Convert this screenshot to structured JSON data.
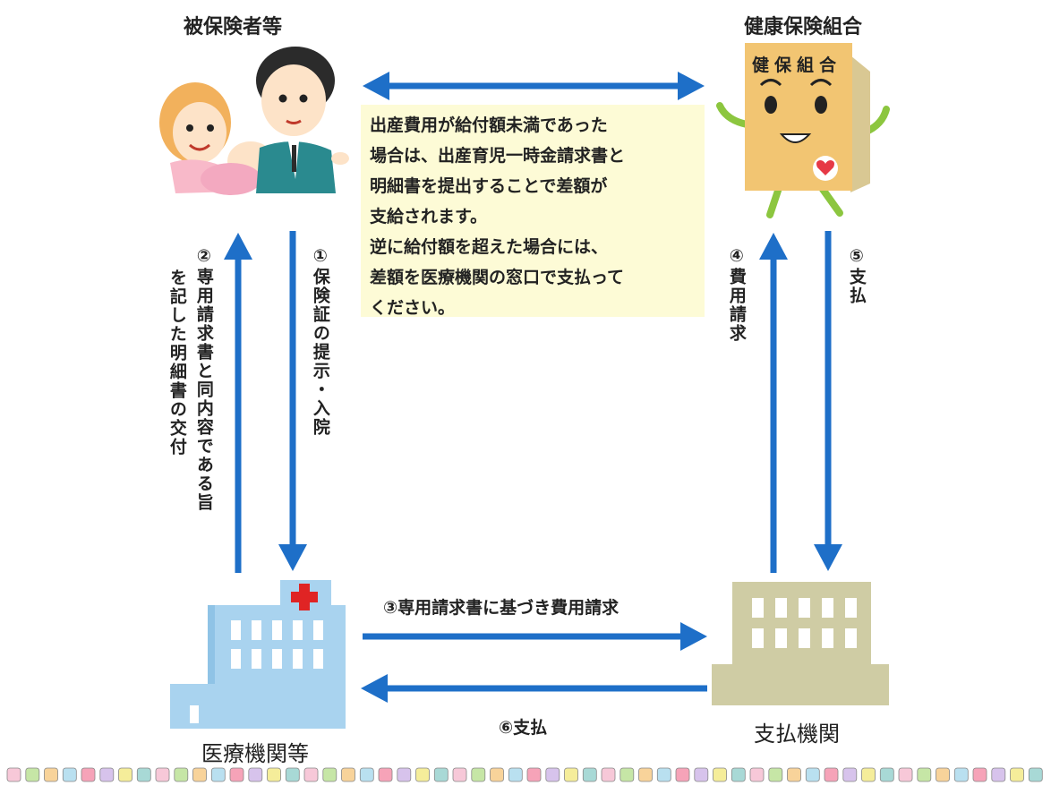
{
  "labels": {
    "insured": "被保険者等",
    "union": "健康保険組合",
    "hospital": "医療機関等",
    "payer": "支払機関"
  },
  "union_book_text": "健保組合",
  "note_lines": [
    "出産費用が給付額未満であった",
    "場合は、出産育児一時金請求書と",
    "明細書を提出することで差額が",
    "支給されます。",
    "逆に給付額を超えた場合には、",
    "差額を医療機関の窓口で支払って",
    "ください。"
  ],
  "steps": {
    "s1": "①保険証の提示・入院",
    "s2a": "②専用請求書と同内容である旨",
    "s2b": "を記した明細書の交付",
    "s3": "③専用請求書に基づき費用請求",
    "s4": "④費用請求",
    "s5": "⑤支払",
    "s6": "⑥支払"
  },
  "colors": {
    "arrow": "#1e6fc8",
    "note_bg": "#fdfbd6",
    "hospital": "#a9d3ef",
    "payer_building": "#cfcca4",
    "union_book": "#f2c572",
    "dot_palette": [
      "#f7c8d8",
      "#c6e6a6",
      "#f8d39a",
      "#b9e0f0",
      "#f6a3b8",
      "#d7c3ec",
      "#f5ed9a",
      "#a8d9d6"
    ]
  },
  "border_dot_count": 56
}
